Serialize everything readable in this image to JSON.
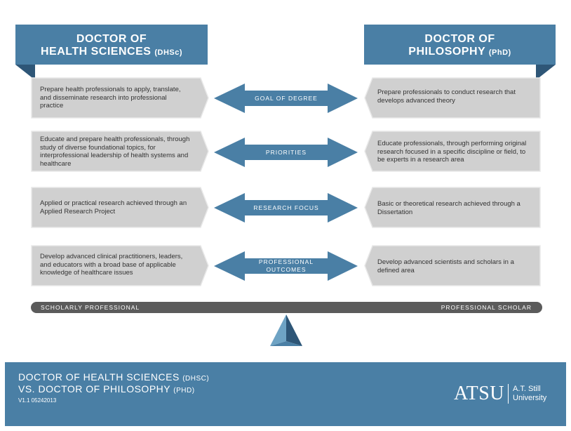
{
  "left_header": {
    "line1": "DOCTOR OF",
    "line2": "HEALTH SCIENCES",
    "abbr": "(DHSc)"
  },
  "right_header": {
    "line1": "DOCTOR OF",
    "line2": "PHILOSOPHY",
    "abbr": "(PhD)"
  },
  "rows": [
    {
      "label": "GOAL OF DEGREE",
      "left": "Prepare health professionals to apply, translate, and disseminate research into professional practice",
      "right": "Prepare professionals to conduct research that develops advanced theory"
    },
    {
      "label": "PRIORITIES",
      "left": "Educate and prepare health professionals, through study of diverse foundational topics, for interprofessional leadership of health systems and healthcare",
      "right": "Educate professionals, through performing original research focused in a specific discipline or field, to be experts in a research area"
    },
    {
      "label": "RESEARCH FOCUS",
      "left": "Applied or practical research achieved through an Applied Research Project",
      "right": "Basic or theoretical research achieved through a Dissertation"
    },
    {
      "label": "PROFESSIONAL OUTCOMES",
      "left": "Develop advanced clinical practitioners, leaders, and educators with a broad base of applicable knowledge of healthcare issues",
      "right": "Develop advanced scientists and scholars in a defined area"
    }
  ],
  "scale": {
    "left": "SCHOLARLY PROFESSIONAL",
    "right": "PROFESSIONAL SCHOLAR"
  },
  "footer": {
    "line1": "DOCTOR OF HEALTH SCIENCES",
    "line1_abbr": "(DHSC)",
    "line2": "VS. DOCTOR OF PHILOSOPHY",
    "line2_abbr": "(PHD)",
    "version": "V1.1 05242013",
    "logo_main": "ATSU",
    "logo_sub1": "A.T. Still",
    "logo_sub2": "University"
  },
  "colors": {
    "blue": "#4a7fa5",
    "dark_blue": "#2e5677",
    "box": "#d0d0d0",
    "bar": "#5b5b5b"
  }
}
